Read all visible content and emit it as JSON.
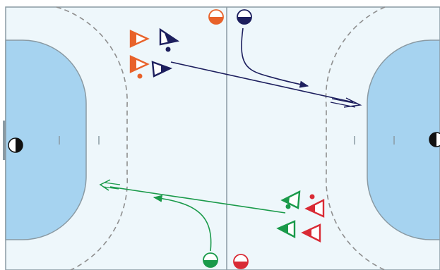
{
  "court": {
    "colors": {
      "floor": "#eef7fb",
      "goal_area": "#a6d3f0",
      "lines": "#8a9aa3",
      "dashed": "#8f8f8f",
      "team_orange": "#e8622a",
      "team_navy": "#1d1f5e",
      "team_green": "#1a9a4a",
      "team_red": "#d92b35",
      "goalkeeper": "#111111"
    }
  },
  "players": [
    {
      "team": "orange",
      "icon": "triangle-right-icon",
      "role": "attacker"
    },
    {
      "team": "navy",
      "icon": "triangle-right-icon",
      "role": "defender"
    },
    {
      "team": "orange",
      "icon": "triangle-right-icon",
      "role": "attacker-with-ball"
    },
    {
      "team": "navy",
      "icon": "triangle-right-icon",
      "role": "defender"
    },
    {
      "team": "green",
      "icon": "triangle-left-icon",
      "role": "attacker-with-ball"
    },
    {
      "team": "red",
      "icon": "triangle-left-icon",
      "role": "defender"
    },
    {
      "team": "green",
      "icon": "triangle-left-icon",
      "role": "attacker"
    },
    {
      "team": "red",
      "icon": "triangle-left-icon",
      "role": "defender"
    }
  ],
  "substitutes": [
    {
      "team": "orange",
      "icon": "half-circle-icon"
    },
    {
      "team": "navy",
      "icon": "half-circle-icon"
    },
    {
      "team": "green",
      "icon": "half-circle-icon"
    },
    {
      "team": "red",
      "icon": "half-circle-icon"
    }
  ],
  "goalkeepers": [
    {
      "side": "left",
      "icon": "goalkeeper-icon"
    },
    {
      "side": "right",
      "icon": "goalkeeper-icon"
    }
  ],
  "movements": [
    {
      "team": "navy",
      "kind": "run"
    },
    {
      "team": "navy",
      "kind": "pass"
    },
    {
      "team": "green",
      "kind": "pass"
    },
    {
      "team": "green",
      "kind": "run"
    }
  ]
}
